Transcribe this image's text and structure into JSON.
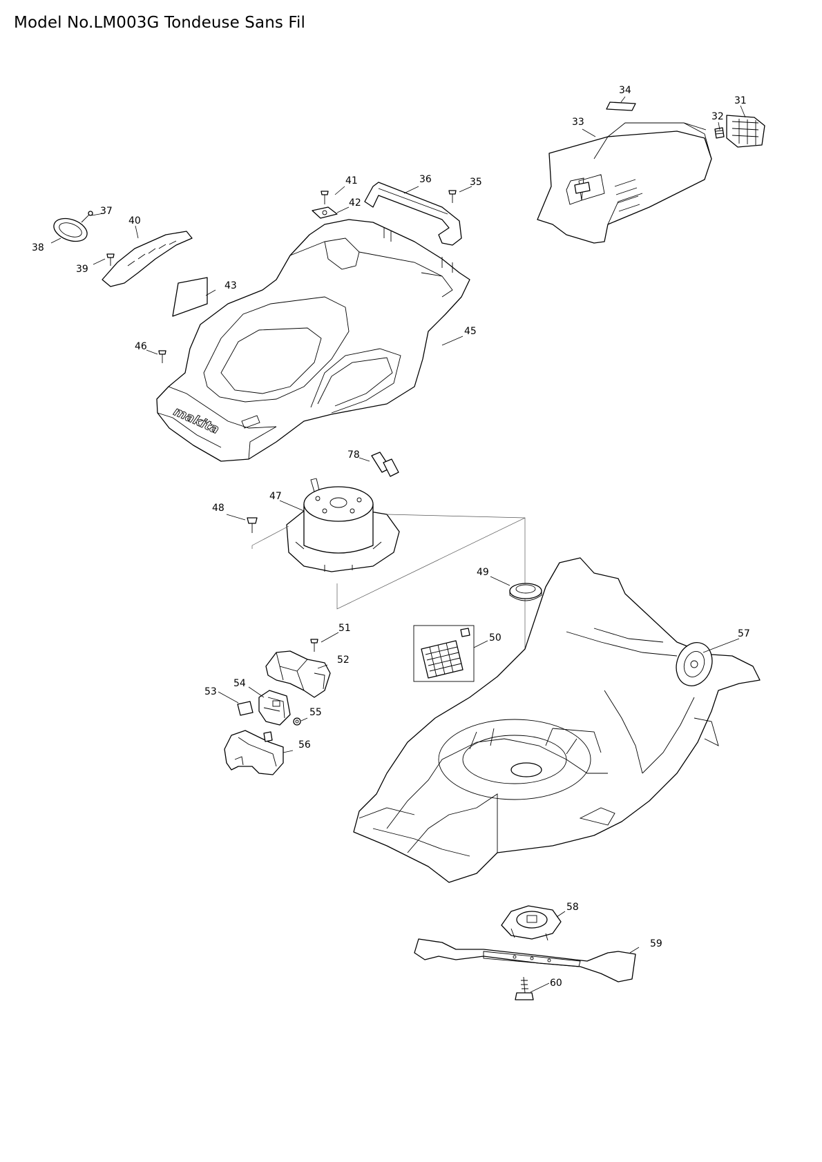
{
  "title": "Model No.LM003G Tondeuse Sans Fil",
  "brand_mark": "makita",
  "callouts": {
    "p31": "31",
    "p32": "32",
    "p33": "33",
    "p34": "34",
    "p35": "35",
    "p36": "36",
    "p37": "37",
    "p38": "38",
    "p39": "39",
    "p40": "40",
    "p41": "41",
    "p42": "42",
    "p43": "43",
    "p45": "45",
    "p46": "46",
    "p47": "47",
    "p48": "48",
    "p49": "49",
    "p50": "50",
    "p51": "51",
    "p52": "52",
    "p53": "53",
    "p54": "54",
    "p55": "55",
    "p56": "56",
    "p57": "57",
    "p58": "58",
    "p59": "59",
    "p60": "60",
    "p78": "78"
  }
}
